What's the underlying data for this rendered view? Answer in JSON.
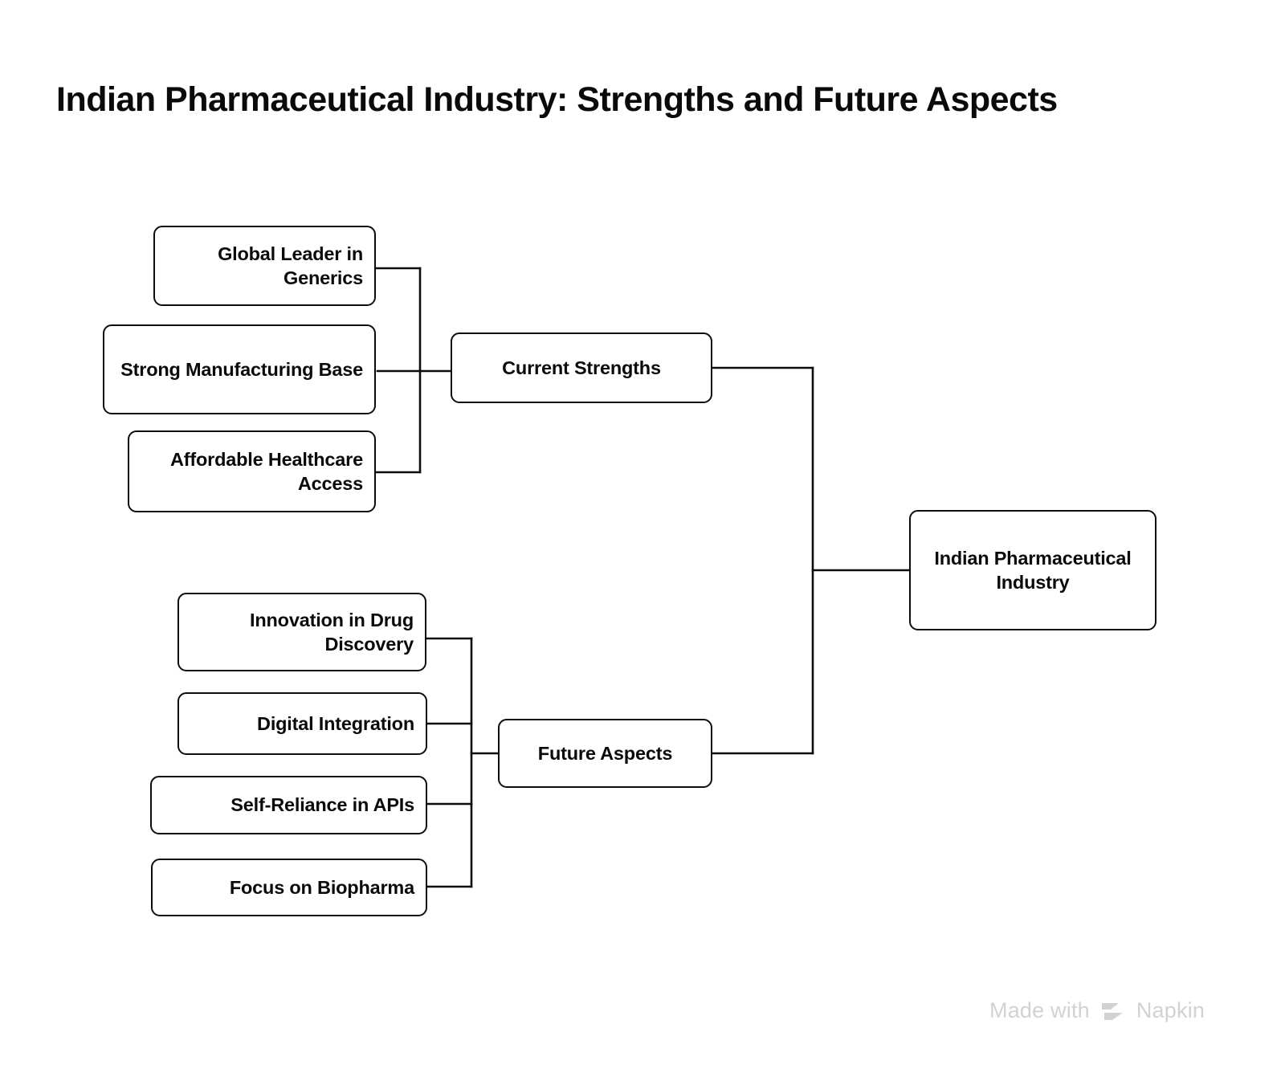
{
  "page": {
    "title": "Indian Pharmaceutical Industry: Strengths and Future Aspects",
    "background_color": "#ffffff",
    "text_color": "#0a0a0a",
    "line_color": "#0d0d0d"
  },
  "diagram": {
    "type": "mind-map",
    "root": {
      "label": "Indian Pharmaceutical Industry"
    },
    "branches": [
      {
        "label": "Current Strengths",
        "children": [
          {
            "label": "Global Leader in Generics"
          },
          {
            "label": "Strong Manufacturing Base"
          },
          {
            "label": "Affordable Healthcare Access"
          }
        ]
      },
      {
        "label": "Future Aspects",
        "children": [
          {
            "label": "Innovation in Drug Discovery"
          },
          {
            "label": "Digital Integration"
          },
          {
            "label": "Self-Reliance in APIs"
          },
          {
            "label": "Focus on Biopharma"
          }
        ]
      }
    ]
  },
  "watermark": {
    "prefix": "Made with",
    "brand": "Napkin",
    "logo": "napkin-logo-icon",
    "color": "#d2d2d2"
  }
}
